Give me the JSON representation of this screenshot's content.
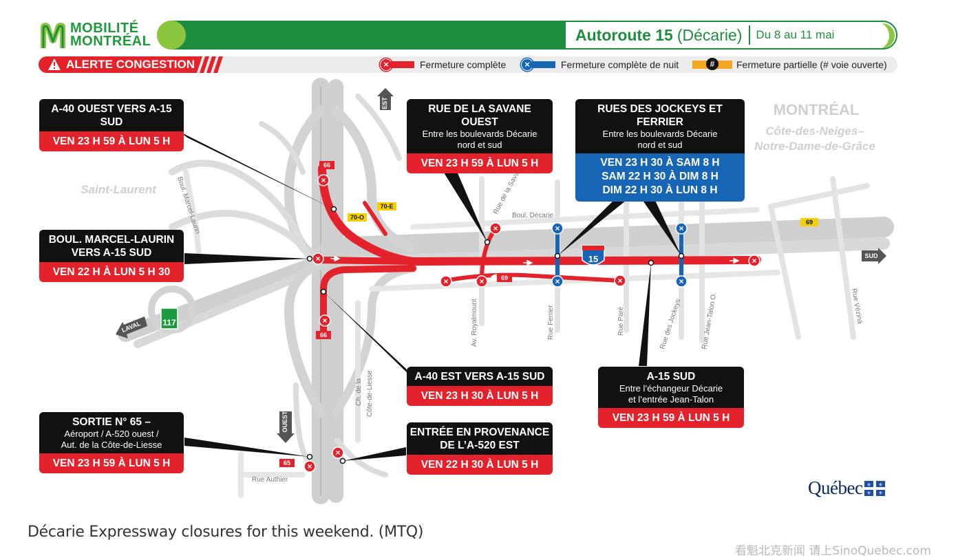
{
  "header": {
    "logo_line1": "MOBILITÉ",
    "logo_line2": "MONTRÉAL",
    "route_title": "Autoroute 15",
    "route_sub": "(Décarie)",
    "date_range": "Du 8 au 11 mai"
  },
  "alert": {
    "label": "ALERTE CONGESTION"
  },
  "legend": {
    "full_closure": "Fermeture complète",
    "night_closure": "Fermeture complète de nuit",
    "partial_closure": "Fermeture partielle (# voie ouverte)",
    "partial_symbol": "#"
  },
  "map_labels": {
    "city": "MONTRÉAL",
    "borough": "Côte-des-Neiges–\nNotre-Dame-de-Grâce",
    "borough_line1": "Côte-des-Neiges–",
    "borough_line2": "Notre-Dame-de-Grâce",
    "saint_laurent": "Saint-Laurent",
    "boul_marcel_laurin": "Boul. Marcel-Laurin",
    "rue_savane": "Rue de la Savane",
    "boul_decarie": "Boul. Décarie",
    "av_royalmount": "Av. Royalmount",
    "rue_ferrier": "Rue Ferrier",
    "rue_pare": "Rue Paré",
    "rue_jockeys": "Rue des Jockeys",
    "rue_jean_talon": "Rue Jean-Talon O.",
    "rue_vezina": "Rue Vézina",
    "ch_cote_liesse_1": "Ch. de la",
    "ch_cote_liesse_2": "Côte-de-Liesse",
    "rue_authier": "Rue Authier",
    "dir_est": "EST",
    "dir_sud": "SUD",
    "dir_laval": "LAVAL",
    "dir_ouest": "OUEST",
    "exit_66_top": "66",
    "exit_66_bottom": "66",
    "exit_70_o": "70-O",
    "exit_70_e": "70-E",
    "exit_69_center": "69",
    "exit_69_right": "69",
    "exit_65": "65",
    "route_117": "117",
    "route_15": "15"
  },
  "callouts": {
    "a40_ouest": {
      "title": "A-40 OUEST VERS A-15 SUD",
      "time": "VEN 23 H 59 À LUN 5 H"
    },
    "marcel_laurin": {
      "title_1": "BOUL. MARCEL-LAURIN",
      "title_2": "VERS A-15 SUD",
      "time": "VEN 22 H À LUN 5 H 30"
    },
    "sortie_65": {
      "title": "SORTIE N° 65 –",
      "sub_1": "Aéroport / A-520 ouest /",
      "sub_2": "Aut. de la Côte-de-Liesse",
      "time": "VEN 23 H 59 À LUN 5 H"
    },
    "savane": {
      "title": "RUE DE LA SAVANE OUEST",
      "sub_1": "Entre les boulevards Décarie",
      "sub_2": "nord et sud",
      "time": "VEN 23 H 59 À LUN 5 H"
    },
    "jockeys": {
      "title": "RUES DES JOCKEYS ET FERRIER",
      "sub_1": "Entre les boulevards Décarie",
      "sub_2": "nord et sud",
      "time_1": "VEN 23 H 30 À SAM 8 H",
      "time_2": "SAM 22 H 30 À DIM 8 H",
      "time_3": "DIM 22 H 30 À LUN 8 H"
    },
    "a40_est": {
      "title": "A-40 EST VERS A-15 SUD",
      "time": "VEN 23 H 30 À LUN 5 H"
    },
    "a520": {
      "title_1": "ENTRÉE EN PROVENANCE",
      "title_2": "DE L’A-520 EST",
      "time": "VEN 22 H 30 À LUN 5 H"
    },
    "a15_sud": {
      "title": "A-15 SUD",
      "sub_1": "Entre l’échangeur Décarie",
      "sub_2": "et l’entrée Jean-Talon",
      "time": "VEN 23 H 59 À LUN 5 H"
    }
  },
  "footer": {
    "quebec": "Québec",
    "caption": "Décarie Expressway closures for this weekend. (MTQ)",
    "watermark": "看魁北克新闻 请上SinoQuebec.com"
  },
  "colors": {
    "green": "#1e8e3e",
    "light_green": "#8cc63f",
    "closure_red": "#e4222b",
    "night_blue": "#1765b5",
    "partial_orange": "#f5a623",
    "road_grey": "#c9c9c9"
  }
}
